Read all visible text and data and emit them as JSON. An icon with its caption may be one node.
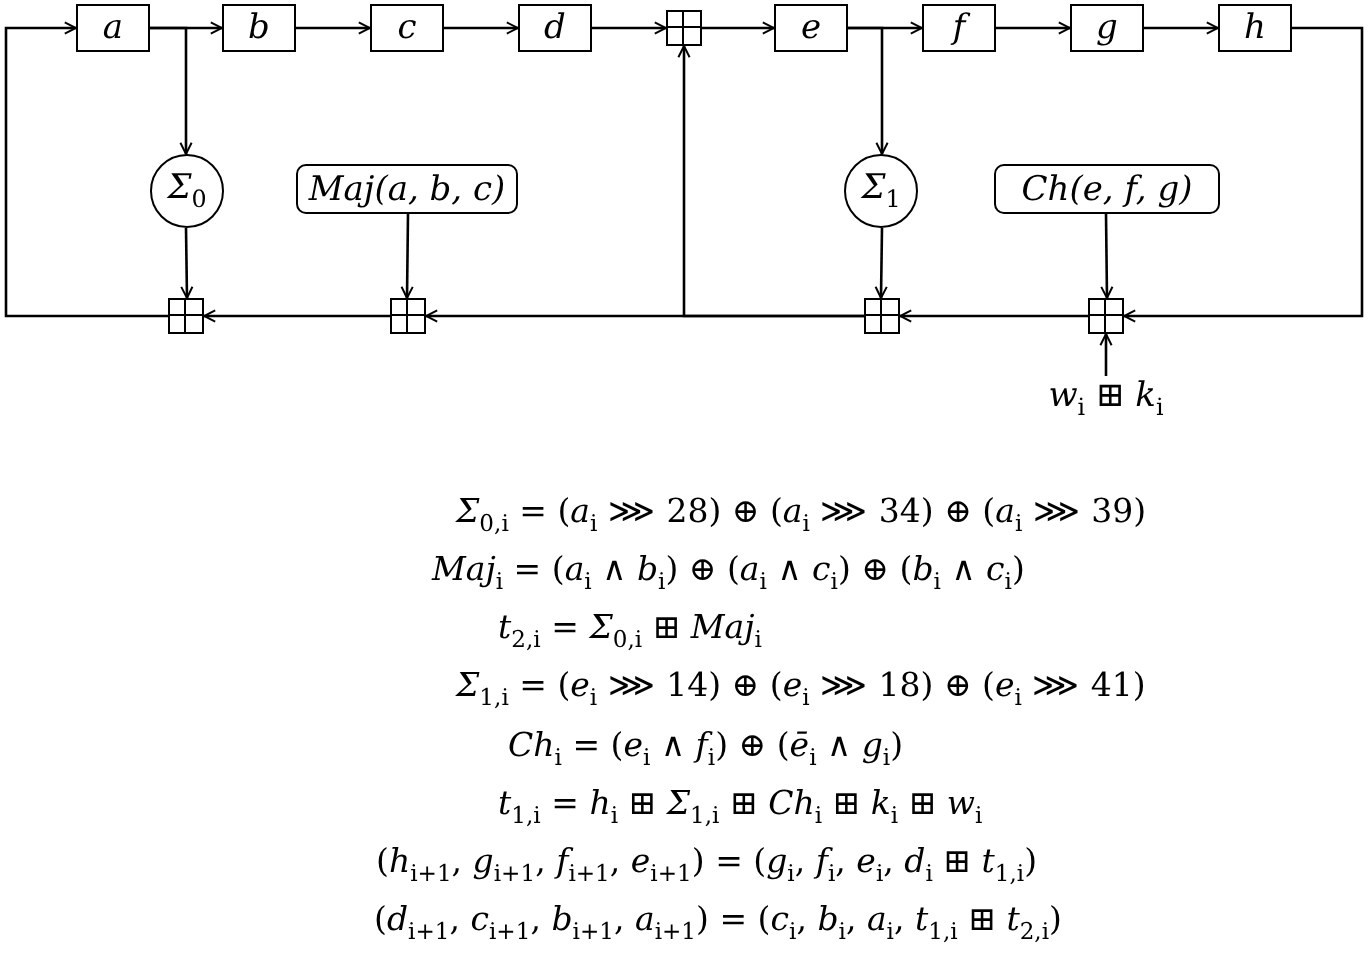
{
  "diagram": {
    "nodes": [
      {
        "text": [
          "a"
        ]
      },
      {
        "text": [
          "b"
        ]
      },
      {
        "text": [
          "c"
        ]
      },
      {
        "text": [
          "d"
        ]
      },
      {
        "text": [],
        "shape": "box"
      },
      {
        "text": [
          "e"
        ]
      },
      {
        "text": [
          "f"
        ]
      },
      {
        "text": [
          "g"
        ]
      },
      {
        "text": [
          "h"
        ]
      },
      {
        "text": [
          "Σ$_{0}$"
        ]
      },
      {
        "text": [
          "Maj(a, b, c)"
        ]
      },
      {
        "text": [],
        "shape": "box"
      },
      {
        "text": [],
        "shape": "box"
      },
      {
        "text": [
          "Σ$_{1}$"
        ]
      },
      {
        "text": [
          "Ch(e, f, g)"
        ]
      },
      {
        "text": [],
        "shape": "box"
      },
      {
        "text": [],
        "shape": "box"
      },
      {
        "text": [
          "*w*$_{i}$ ⊞ *k*$_{i}$"
        ]
      }
    ],
    "edges": [
      {
        "from": 0,
        "to": 1,
        "arrow": "to"
      },
      {
        "from": 1,
        "to": 2,
        "arrow": "to"
      },
      {
        "from": 2,
        "to": 3,
        "arrow": "to"
      },
      {
        "from": 3,
        "to": 4,
        "arrow": "to"
      },
      {
        "from": 4,
        "to": 5,
        "arrow": "to"
      },
      {
        "from": 5,
        "to": 6,
        "arrow": "to"
      },
      {
        "from": 6,
        "to": 7,
        "arrow": "to"
      },
      {
        "from": 7,
        "to": 8,
        "arrow": "to"
      },
      {
        "from": 0,
        "to": 9,
        "arrow": "to"
      },
      {
        "from": 9,
        "to": 11,
        "arrow": "to"
      },
      {
        "from": 10,
        "to": 12,
        "arrow": "to"
      },
      {
        "from": 5,
        "to": 13,
        "arrow": "to"
      },
      {
        "from": 13,
        "to": 15,
        "arrow": "to"
      },
      {
        "from": 14,
        "to": 16,
        "arrow": "to"
      },
      {
        "from": 8,
        "to": 16,
        "arrow": "to"
      },
      {
        "from": 17,
        "to": 16,
        "arrow": "to"
      },
      {
        "from": 16,
        "to": 15,
        "arrow": "to"
      },
      {
        "from": 15,
        "to": 4,
        "arrow": "to"
      },
      {
        "from": 15,
        "to": 12,
        "arrow": "to"
      },
      {
        "from": 12,
        "to": 11,
        "arrow": "to"
      },
      {
        "from": 11,
        "to": 0,
        "arrow": "to"
      }
    ],
    "labels": [
      "*Σ*$_{0,i}$ = (*a*$_{i}$ ⋙ 28) ⊕ (*a*$_{i}$ ⋙ 34) ⊕ (*a*$_{i}$ ⋙ 39)",
      "*Maj*$_{i}$ = (*a*$_{i}$ ∧ *b*$_{i}$) ⊕ (*a*$_{i}$ ∧ *c*$_{i}$) ⊕ (*b*$_{i}$ ∧ *c*$_{i}$)",
      "*t*$_{2,i}$ = *Σ*$_{0,i}$ ⊞ *Maj*$_{i}$",
      "*Σ*$_{1,i}$ = (*e*$_{i}$ ⋙ 14) ⊕ (*e*$_{i}$ ⋙ 18) ⊕ (*e*$_{i}$ ⋙ 41)",
      "*Ch*$_{i}$ = (*e*$_{i}$ ∧ *f*$_{i}$) ⊕ (*ē*$_{i}$ ∧ *g*$_{i}$)",
      "*t*$_{1,i}$ = *h*$_{i}$ ⊞ *Σ*$_{1,i}$ ⊞ *Ch*$_{i}$ ⊞ *k*$_{i}$ ⊞ *w*$_{i}$",
      "(*h*$_{i+1}$, *g*$_{i+1}$, *f*$_{i+1}$, *e*$_{i+1}$) = (*g*$_{i}$, *f*$_{i}$, *e*$_{i}$, *d*$_{i}$ ⊞ *t*$_{1,i}$)",
      "(*d*$_{i+1}$, *c*$_{i+1}$, *b*$_{i+1}$, *a*$_{i+1}$) = (*c*$_{i}$, *b*$_{i}$, *a*$_{i}$, *t*$_{1,i}$ ⊞ *t*$_{2,i}$)"
    ]
  }
}
